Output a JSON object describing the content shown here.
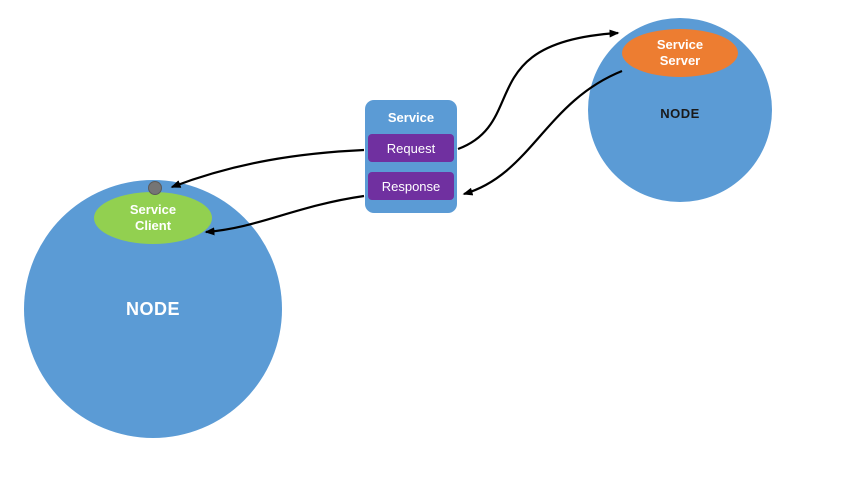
{
  "diagram": {
    "left_node": {
      "label": "NODE"
    },
    "right_node": {
      "label": "NODE"
    },
    "service_client": {
      "line1": "Service",
      "line2": "Client"
    },
    "service_server": {
      "line1": "Service",
      "line2": "Server"
    },
    "service_box": {
      "title": "Service",
      "request_label": "Request",
      "response_label": "Response"
    },
    "arrows": [
      {
        "name": "request-to-server",
        "from": "request-box",
        "to": "service-server-ellipse"
      },
      {
        "name": "server-to-response",
        "from": "service-server-ellipse",
        "to": "response-box"
      },
      {
        "name": "request-to-client-node",
        "from": "request-box",
        "to": "connection-dot"
      },
      {
        "name": "response-to-client",
        "from": "response-box",
        "to": "service-client-ellipse"
      }
    ]
  },
  "colors": {
    "node_blue": "#5b9bd5",
    "client_green": "#92d050",
    "server_orange": "#ed7d31",
    "box_purple": "#7030a0",
    "arrow_black": "#000000",
    "dot_gray": "#757575",
    "label_white": "#ffffff",
    "right_node_text": "#1a1a1a"
  }
}
